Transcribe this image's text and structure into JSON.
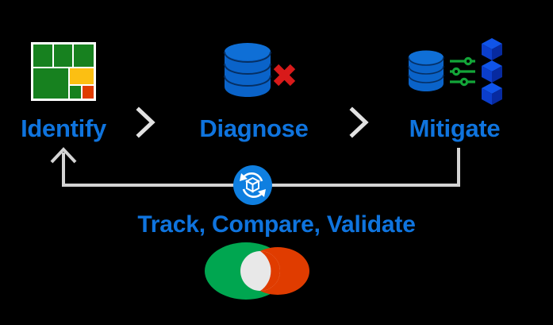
{
  "diagram": {
    "background_color": "#000000",
    "accent_blue": "#0f74de",
    "connector_color": "#d4d4d4",
    "stages": [
      {
        "id": "identify",
        "label": "Identify",
        "icon": "treemap-icon",
        "icon_colors": {
          "frame": "#ffffff",
          "green": "#17811f",
          "yellow": "#fcbf12",
          "orange": "#e03c00"
        }
      },
      {
        "id": "diagnose",
        "label": "Diagnose",
        "icon": "database-error-icon",
        "icon_colors": {
          "database": "#0a63c9",
          "database_dark": "#0a4f9e",
          "error_x": "#d81a1a"
        }
      },
      {
        "id": "mitigate",
        "label": "Mitigate",
        "icon": "database-settings-cubes-icon",
        "icon_colors": {
          "database": "#0a63c9",
          "sliders": "#13a538",
          "cubes": "#0b3ecc",
          "cubes_dark": "#072aa0"
        }
      }
    ],
    "separators": [
      {
        "id": "chevron-1",
        "icon": "chevron-right-icon"
      },
      {
        "id": "chevron-2",
        "icon": "chevron-right-icon"
      }
    ],
    "feedback_loop": {
      "icon": "sync-refresh-icon",
      "badge_color": "#0f7fe0",
      "caption": "Track, Compare, Validate",
      "arrow_direction": "right-to-left-then-up",
      "target_stage": "identify",
      "source_stage": "mitigate"
    },
    "venn": {
      "icon": "venn-overlap-icon",
      "left_color": "#00a650",
      "right_color": "#e03c00",
      "overlap_color": "#e8e8e8",
      "sets": [
        "green-set",
        "orange-set"
      ]
    }
  }
}
